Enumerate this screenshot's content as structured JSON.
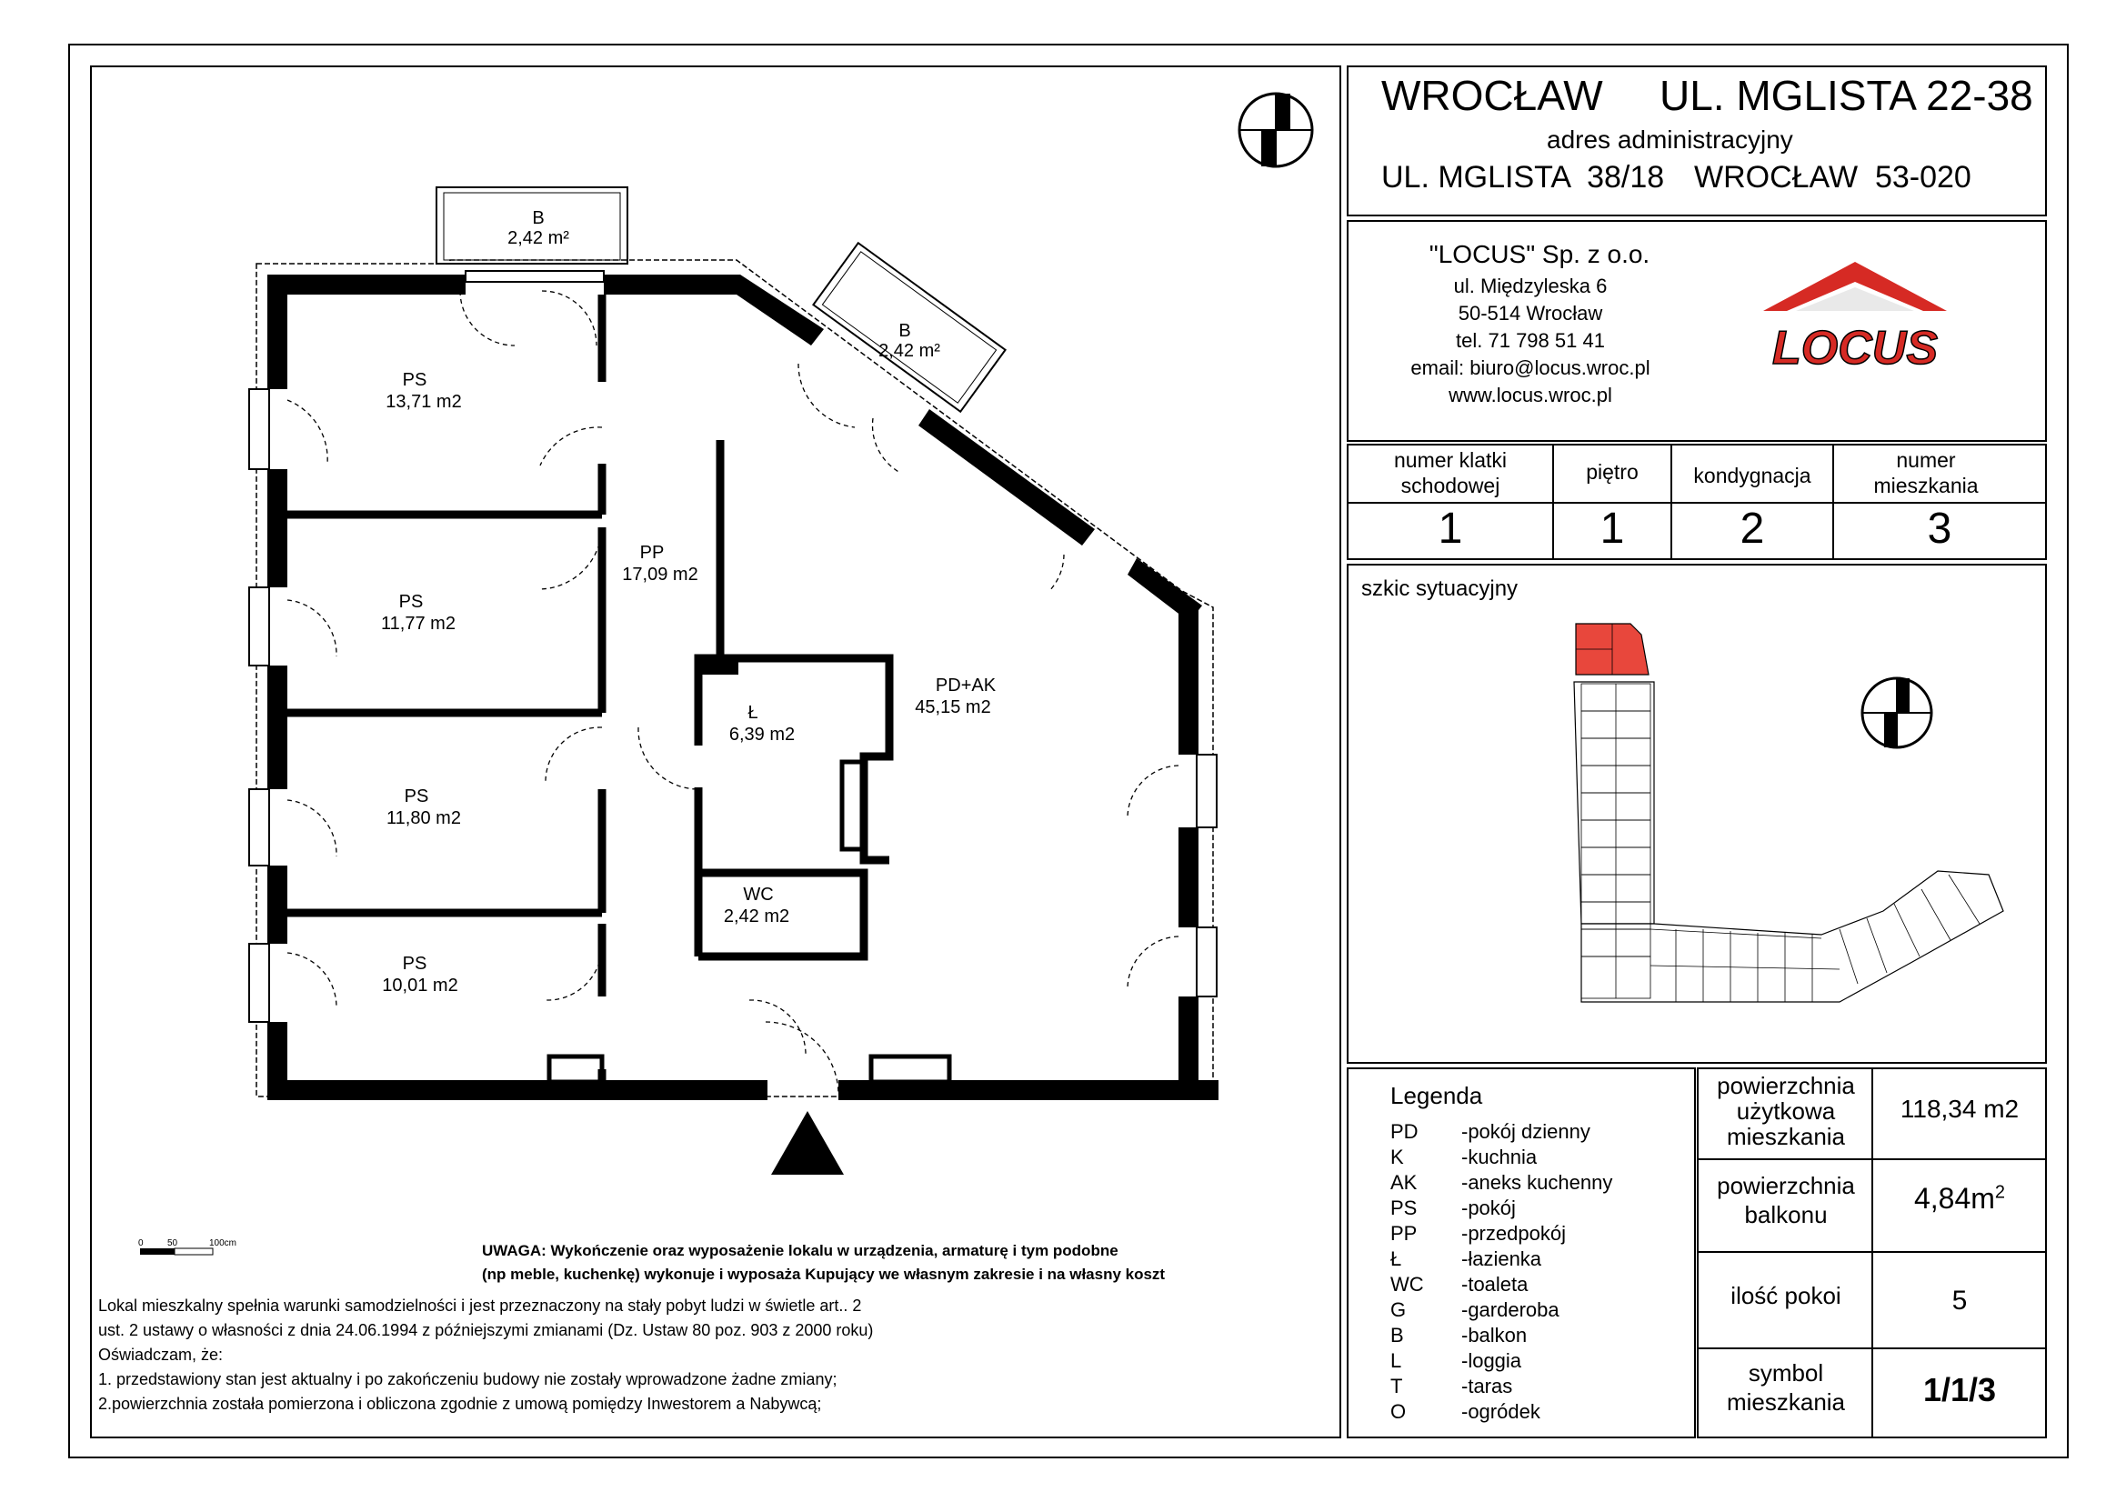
{
  "header": {
    "city": "WROCŁAW",
    "street": "UL. MGLISTA 22-38",
    "admin_label": "adres administracyjny",
    "admin_street": "UL. MGLISTA  38/18",
    "admin_city": "WROCŁAW  53-020"
  },
  "company": {
    "name": "\"LOCUS\" Sp. z o.o.",
    "street": "ul. Międzyleska 6",
    "city": "50-514 Wrocław",
    "tel": "tel. 71 798 51 41",
    "email": "email: biuro@locus.wroc.pl",
    "web": "www.locus.wroc.pl",
    "logo_text": "LOCUS",
    "logo_color": "#d62a24"
  },
  "info_table": {
    "headers": [
      "numer klatki schodowej",
      "piętro",
      "kondygnacja",
      "numer mieszkania"
    ],
    "values": [
      "1",
      "1",
      "2",
      "3"
    ]
  },
  "sketch": {
    "title": "szkic sytuacyjny",
    "highlight_color": "#e8473c"
  },
  "legend": {
    "title": "Legenda",
    "items": [
      {
        "abbr": "PD",
        "desc": "-pokój dzienny"
      },
      {
        "abbr": "K",
        "desc": "-kuchnia"
      },
      {
        "abbr": "AK",
        "desc": "-aneks kuchenny"
      },
      {
        "abbr": "PS",
        "desc": "-pokój"
      },
      {
        "abbr": "PP",
        "desc": "-przedpokój"
      },
      {
        "abbr": "Ł",
        "desc": "-łazienka"
      },
      {
        "abbr": "WC",
        "desc": "-toaleta"
      },
      {
        "abbr": "G",
        "desc": "-garderoba"
      },
      {
        "abbr": "B",
        "desc": "-balkon"
      },
      {
        "abbr": "L",
        "desc": "-loggia"
      },
      {
        "abbr": "T",
        "desc": "-taras"
      },
      {
        "abbr": "O",
        "desc": "-ogródek"
      }
    ]
  },
  "summary": {
    "area_label": "powierzchnia użytkowa mieszkania",
    "area_value": "118,34 m2",
    "balcony_label": "powierzchnia balkonu",
    "balcony_value": "4,84m",
    "balcony_sup": "2",
    "rooms_label": "ilość pokoi",
    "rooms_value": "5",
    "symbol_label": "symbol mieszkania",
    "symbol_value": "1/1/3"
  },
  "rooms": [
    {
      "name": "B",
      "area": "2,42 m²"
    },
    {
      "name": "B",
      "area": "2,42 m²"
    },
    {
      "name": "PS",
      "area": "13,71 m2"
    },
    {
      "name": "PS",
      "area": "11,77 m2"
    },
    {
      "name": "PS",
      "area": "11,80 m2"
    },
    {
      "name": "PS",
      "area": "10,01 m2"
    },
    {
      "name": "PP",
      "area": "17,09 m2"
    },
    {
      "name": "Ł",
      "area": "6,39 m2"
    },
    {
      "name": "WC",
      "area": "2,42 m2"
    },
    {
      "name": "PD+AK",
      "area": "45,15 m2"
    }
  ],
  "scale": {
    "labels": [
      "0",
      "50",
      "100cm"
    ]
  },
  "notes": {
    "warning_1": "UWAGA: Wykończenie oraz wyposażenie lokalu w urządzenia, armaturę i tym podobne",
    "warning_2": "(np meble, kuchenkę) wykonuje i wyposaża Kupujący we własnym zakresie i na własny koszt",
    "line_1": "Lokal mieszkalny spełnia warunki samodzielności i jest przeznaczony na stały pobyt ludzi w świetle art.. 2",
    "line_2": "ust. 2 ustawy o własności z dnia 24.06.1994  z późniejszymi zmianami (Dz. Ustaw 80 poz. 903 z 2000 roku)",
    "line_3": "Oświadczam, że:",
    "line_4": "1. przedstawiony stan jest aktualny i po zakończeniu budowy nie zostały wprowadzone żadne zmiany;",
    "line_5": "2.powierzchnia została pomierzona i obliczona zgodnie z umową pomiędzy Inwestorem a Nabywcą;"
  }
}
